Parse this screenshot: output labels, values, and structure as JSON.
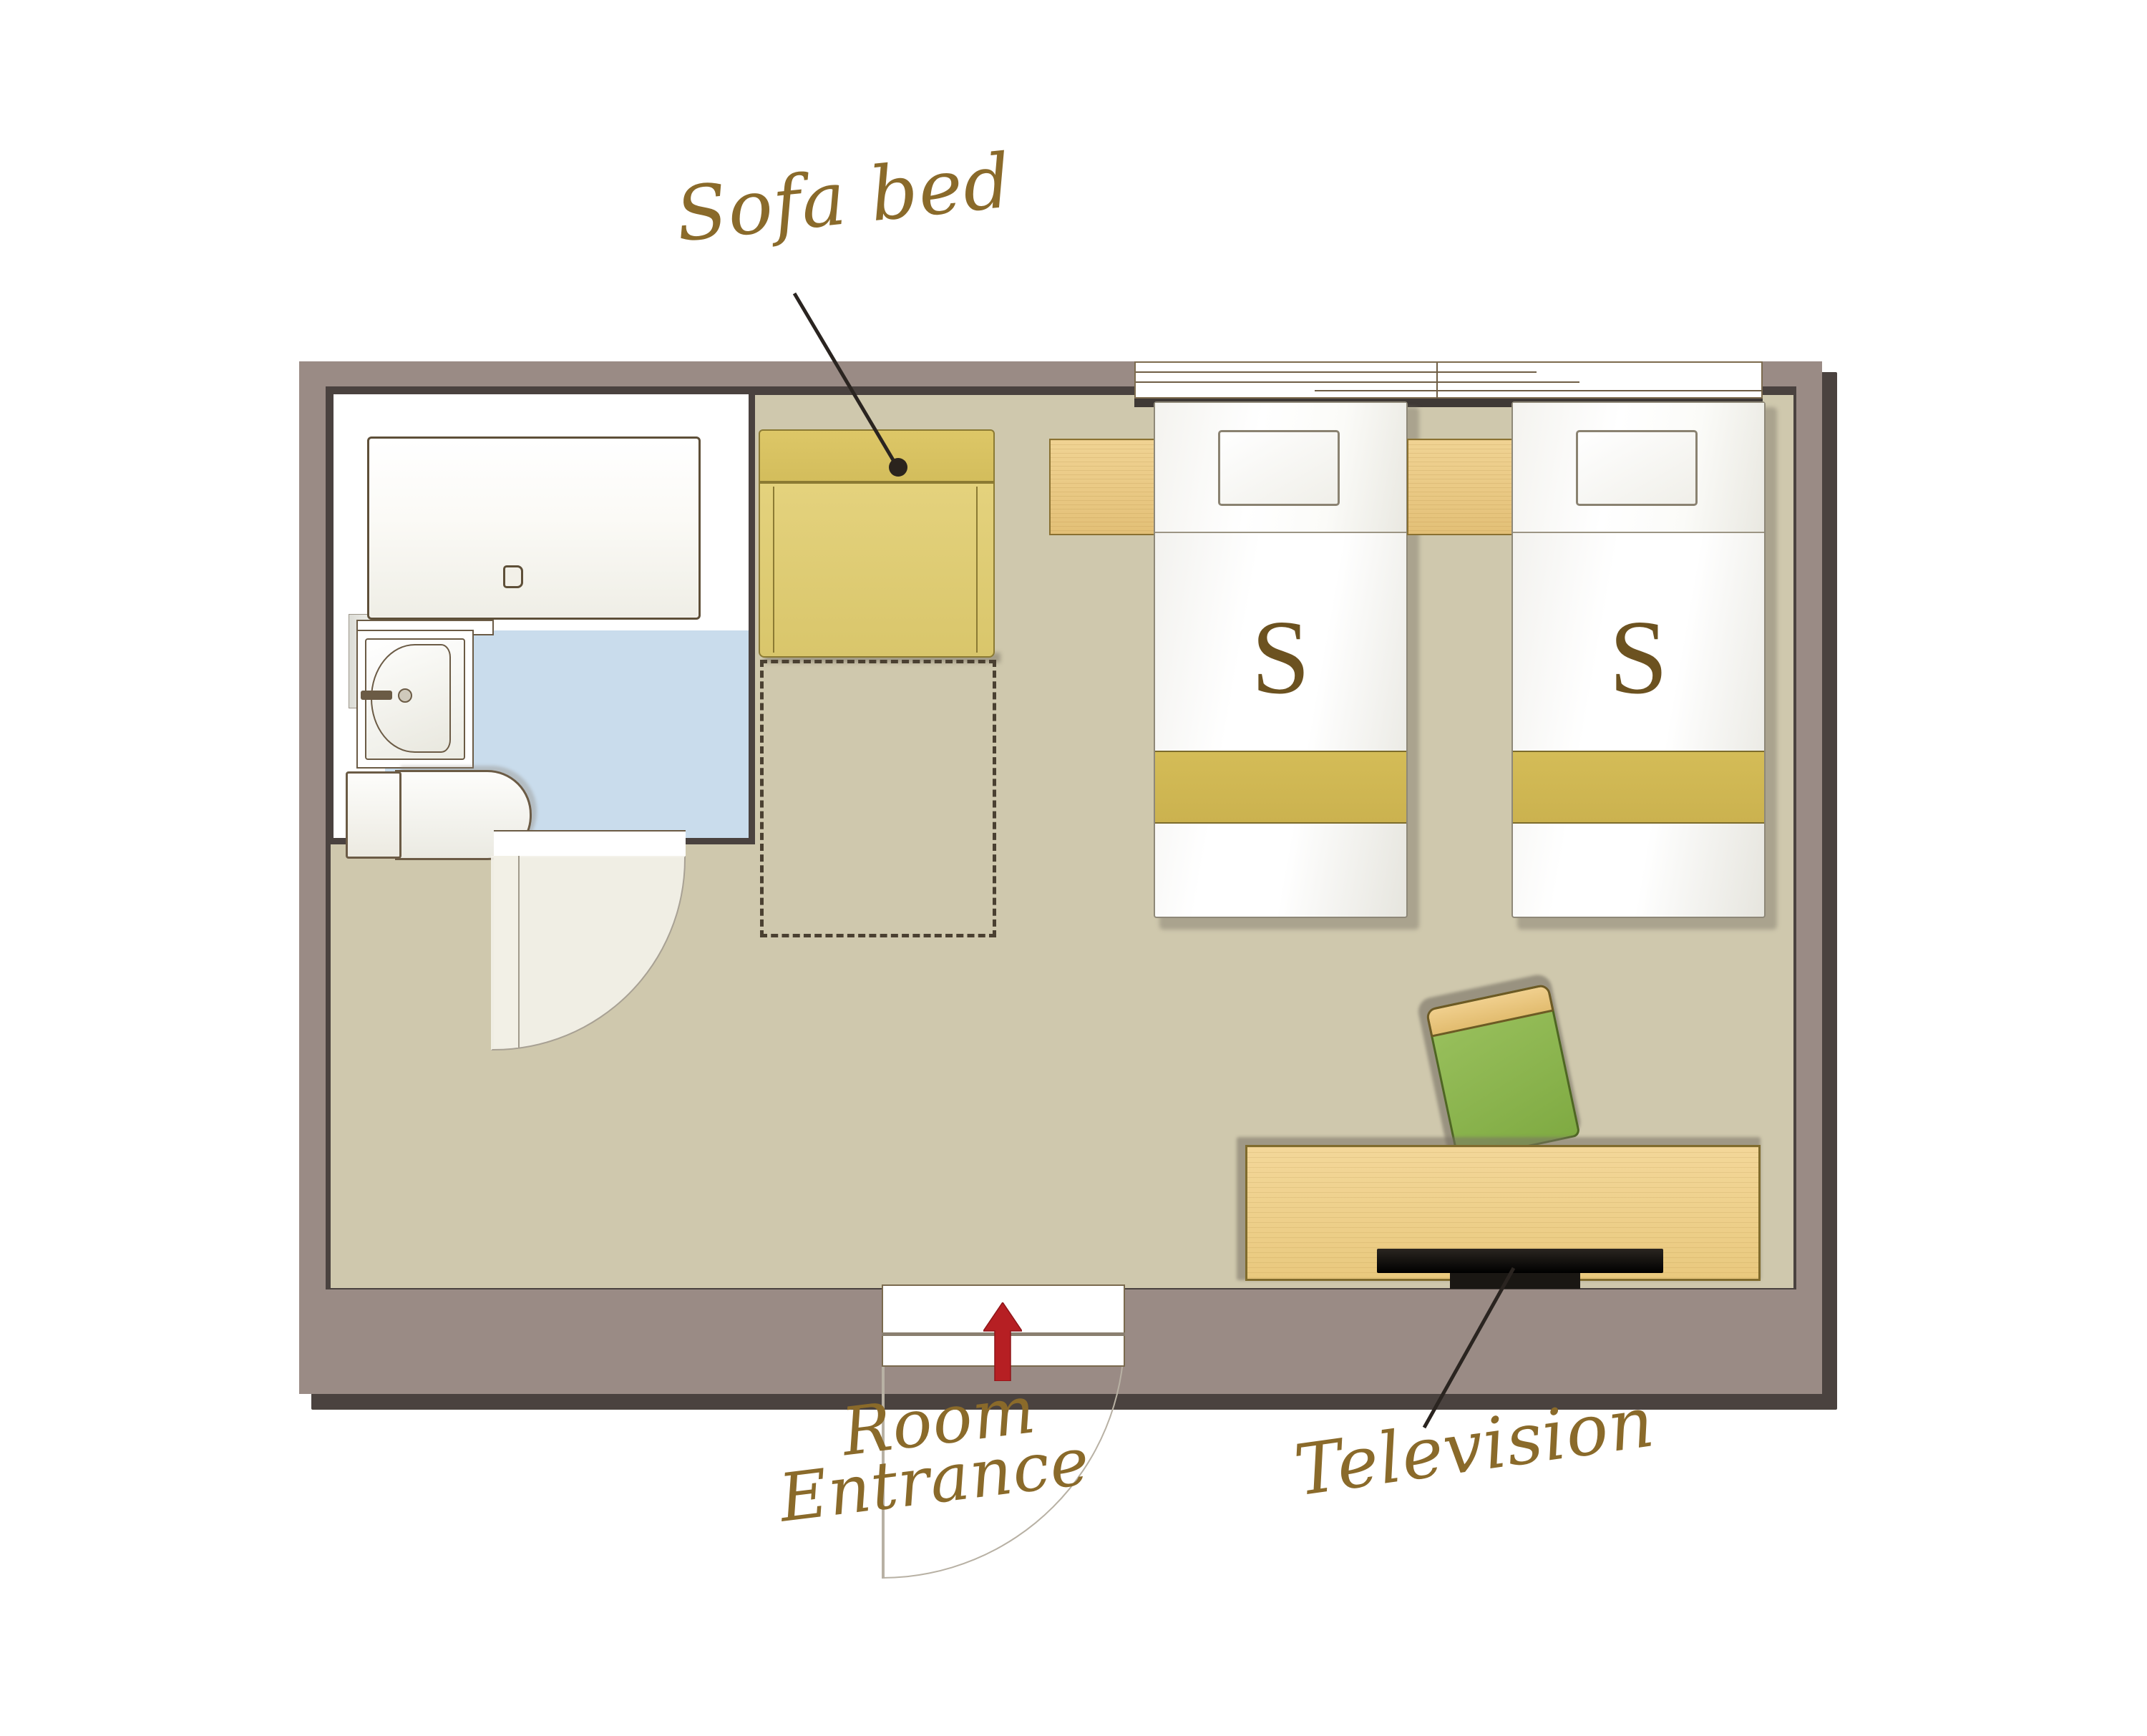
{
  "plan": {
    "title": "Hotel guest room floor plan",
    "labels": [
      {
        "id": "sofa-bed",
        "text": "Sofa bed"
      },
      {
        "id": "room-entrance",
        "text_line1": "Room",
        "text_line2": "Entrance"
      },
      {
        "id": "television",
        "text": "Television"
      }
    ],
    "bed_marks": [
      {
        "id": "bed-left",
        "letter": "S"
      },
      {
        "id": "bed-right",
        "letter": "S"
      }
    ],
    "colors": {
      "wall": "#9a8b85",
      "wall_shadow": "#4a423f",
      "floor": "#cfc8ad",
      "bathroom_floor": "#c9dcec",
      "sofa_gold": "#ddc767",
      "bed_runner_gold": "#d4bc57",
      "wood": "#e9c97e",
      "chair_green": "#7faa42",
      "arrow_red": "#b61f23",
      "script_brown": "#8a6a2a",
      "bed_letter_brown": "#6c5220"
    },
    "features": {
      "bathtub": "bathtub",
      "sink": "wash-basin",
      "toilet": "toilet",
      "sofa_bed": "sofa-bed",
      "sofa_bed_extended_footprint": "dashed-outline",
      "bed_left": "single-bed",
      "bed_right": "single-bed",
      "nightstand_left": "nightstand",
      "nightstand_middle": "nightstand",
      "tv_cabinet": "tv-cabinet",
      "television": "flat-screen-tv",
      "armchair": "armchair",
      "window": "window",
      "bathroom_door": "hinged-door",
      "entrance_door": "hinged-door",
      "entrance_direction": "arrow-up"
    }
  }
}
